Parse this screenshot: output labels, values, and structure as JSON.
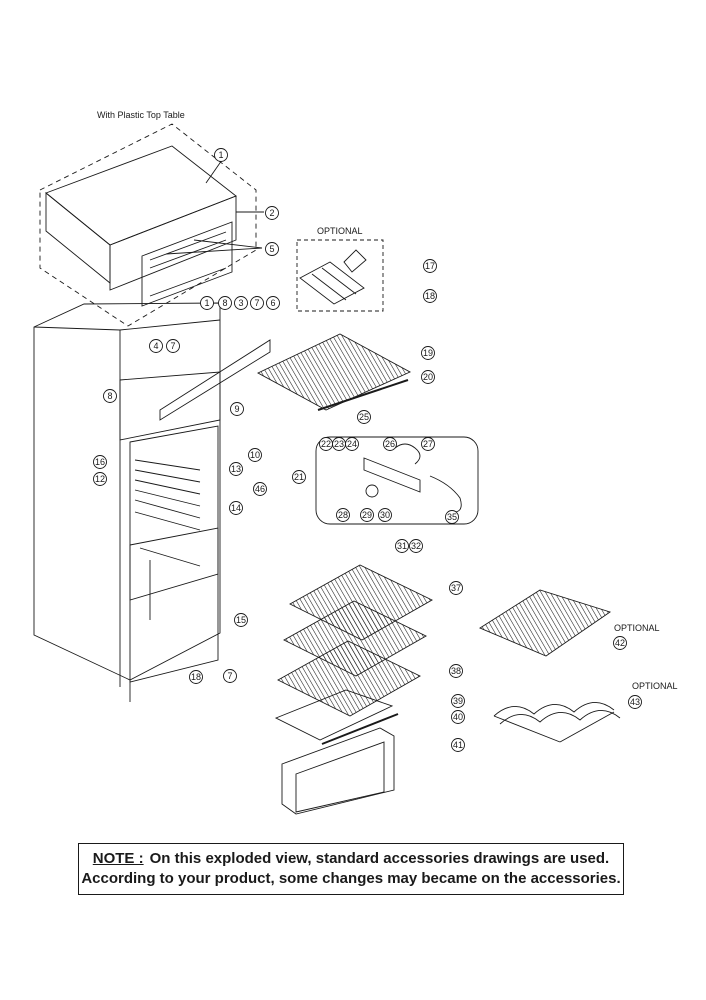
{
  "header_text": "With Plastic Top Table",
  "optional_labels": [
    "OPTIONAL",
    "OPTIONAL",
    "OPTIONAL"
  ],
  "callouts": [
    "1",
    "2",
    "5",
    "17",
    "18",
    "1",
    "8",
    "3",
    "7",
    "6",
    "4",
    "7",
    "8",
    "19",
    "20",
    "9",
    "10",
    "13",
    "16",
    "12",
    "46",
    "14",
    "25",
    "22",
    "23",
    "24",
    "26",
    "27",
    "21",
    "28",
    "29",
    "30",
    "35",
    "31",
    "32",
    "37",
    "38",
    "39",
    "40",
    "41",
    "15",
    "18",
    "7",
    "42",
    "43"
  ],
  "note": {
    "head": "NOTE :",
    "line1": "On this exploded view, standard accessories drawings are used.",
    "line2": "According to your product, some changes may became on the accessories."
  },
  "colors": {
    "ink": "#1a1a1a",
    "paper": "#ffffff"
  }
}
